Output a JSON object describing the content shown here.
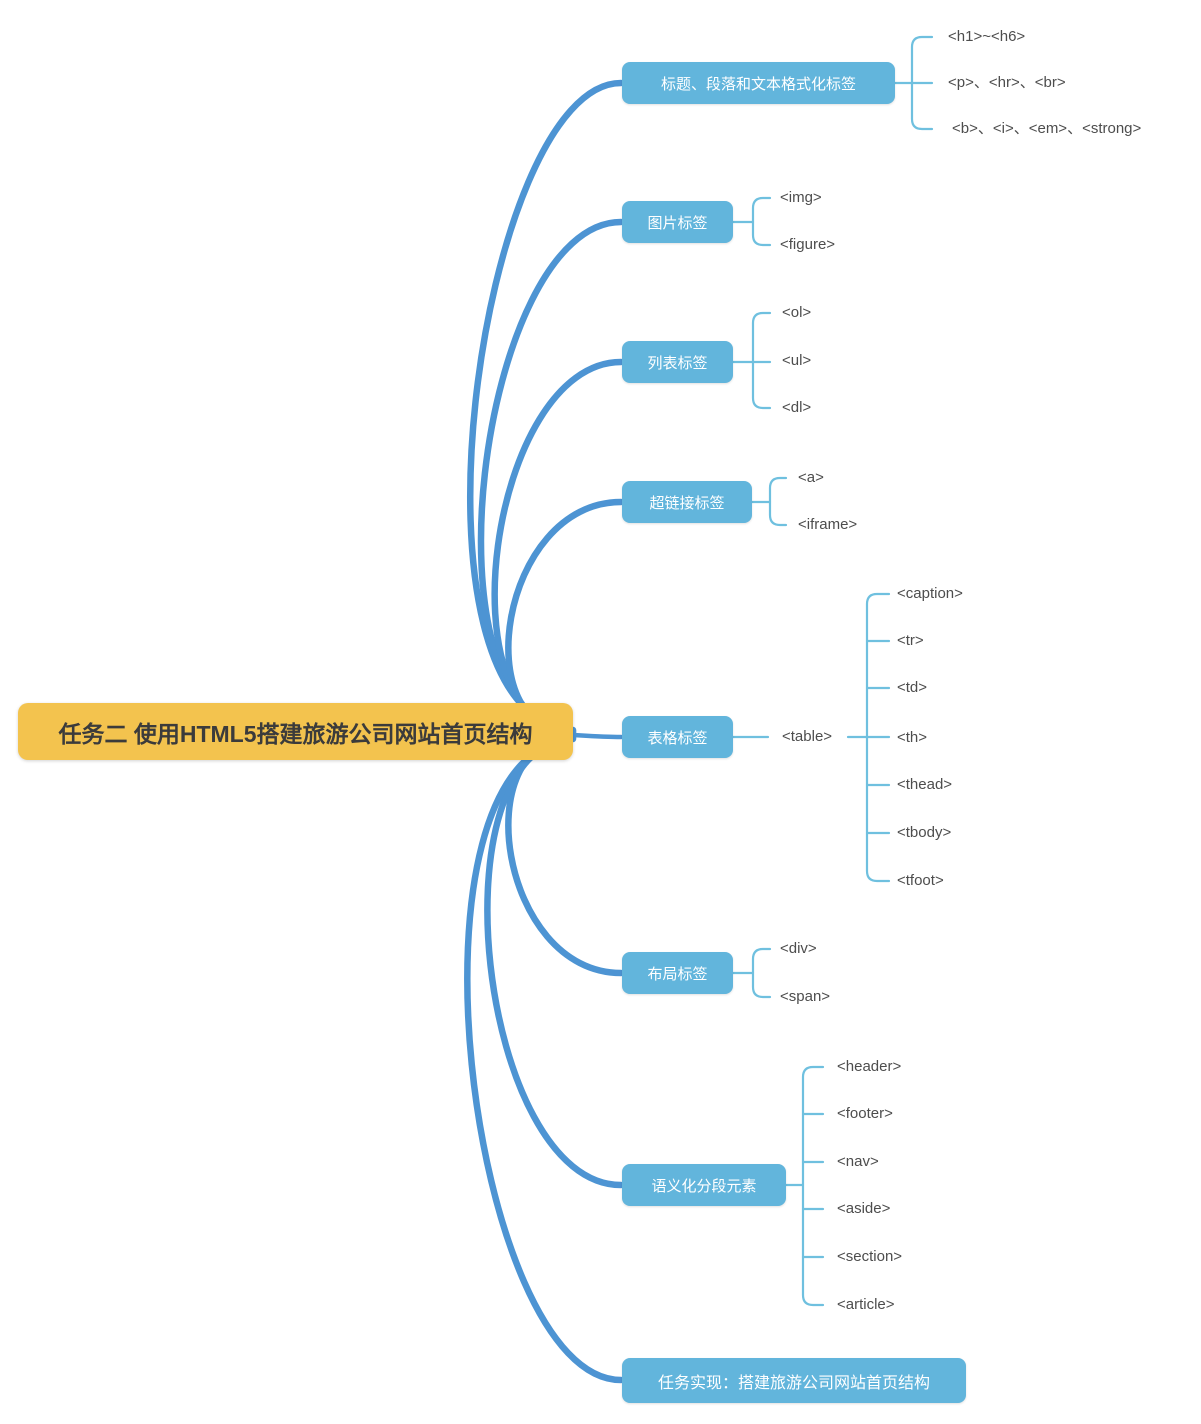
{
  "root": {
    "label": "任务二 使用HTML5搭建旅游公司网站首页结构"
  },
  "branches": [
    {
      "label": "标题、段落和文本格式化标签",
      "children": [
        "<h1>~<h6>",
        "<p>、<hr>、<br>",
        "<b>、<i>、<em>、<strong>"
      ]
    },
    {
      "label": "图片标签",
      "children": [
        "<img>",
        "<figure>"
      ]
    },
    {
      "label": "列表标签",
      "children": [
        "<ol>",
        "<ul>",
        "<dl>"
      ]
    },
    {
      "label": "超链接标签",
      "children": [
        "<a>",
        "<iframe>"
      ]
    },
    {
      "label": "表格标签",
      "children": [
        "<table>"
      ],
      "grandchildren": [
        "<caption>",
        "<tr>",
        "<td>",
        "<th>",
        "<thead>",
        "<tbody>",
        "<tfoot>"
      ]
    },
    {
      "label": "布局标签",
      "children": [
        "<div>",
        "<span>"
      ]
    },
    {
      "label": "语义化分段元素",
      "children": [
        "<header>",
        "<footer>",
        "<nav>",
        "<aside>",
        "<section>",
        "<article>"
      ]
    },
    {
      "label": "任务实现：搭建旅游公司网站首页结构",
      "children": []
    }
  ],
  "colors": {
    "root_fill": "#F3C34E",
    "root_text": "#3B3B3B",
    "topic_fill": "#62B5DC",
    "topic_text": "#FFFFFF",
    "main_line": "#4D94D3",
    "bracket_line": "#6FC0DF",
    "leaf_text": "#4D4D4D",
    "background": "#FFFFFF"
  }
}
